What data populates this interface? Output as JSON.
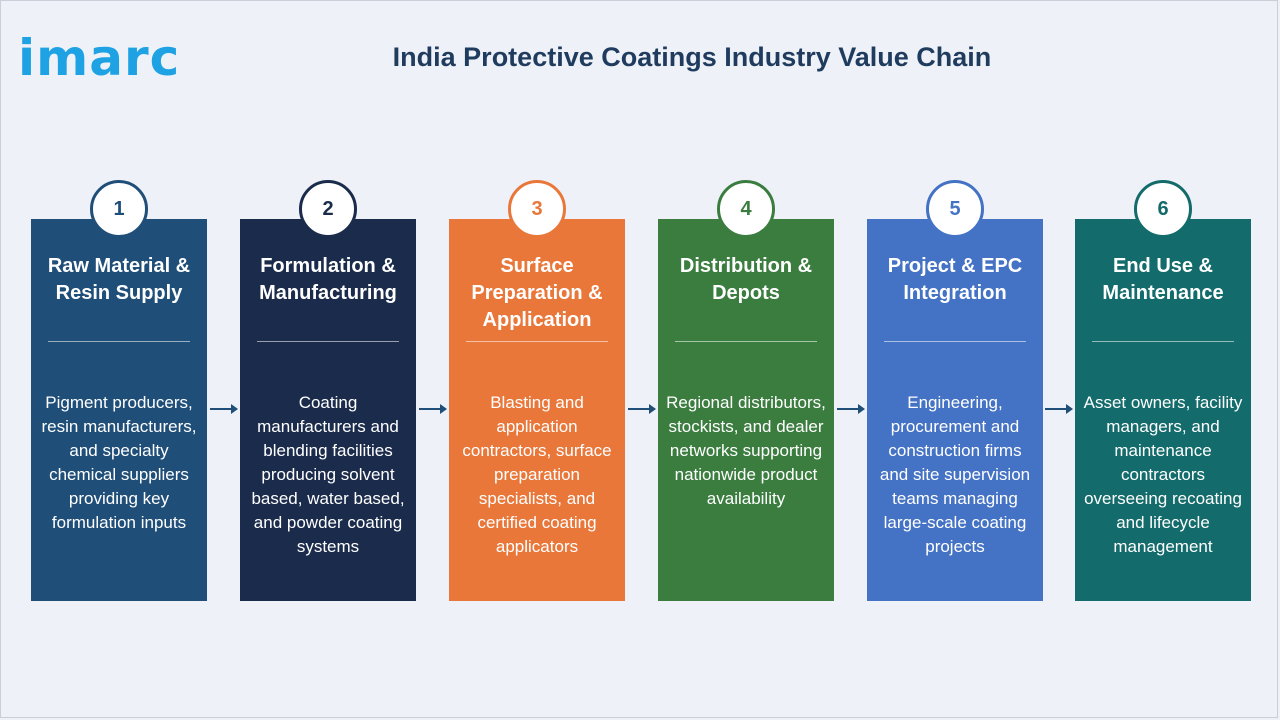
{
  "logo": {
    "text_1": "i",
    "text_2": "marc",
    "color": "#1ea2e3"
  },
  "title": "India Protective Coatings Industry Value Chain",
  "steps": [
    {
      "number": "1",
      "heading": "Raw Material & Resin Supply",
      "description": "Pigment producers, resin manufacturers, and specialty chemical suppliers providing key formulation inputs",
      "color": "#1f4e79"
    },
    {
      "number": "2",
      "heading": "Formulation & Manufacturing",
      "description": "Coating manufacturers and blending facilities producing solvent based, water based, and powder coating systems",
      "color": "#1b2b4b"
    },
    {
      "number": "3",
      "heading": "Surface Preparation & Application",
      "description": "Blasting and application contractors, surface preparation specialists, and certified coating applicators",
      "color": "#e9773a"
    },
    {
      "number": "4",
      "heading": "Distribution & Depots",
      "description": "Regional distributors, stockists, and dealer networks supporting nationwide product availability",
      "color": "#3b7d3f"
    },
    {
      "number": "5",
      "heading": "Project & EPC Integration",
      "description": "Engineering, procurement and construction firms and site supervision teams managing large-scale coating projects",
      "color": "#4472c4"
    },
    {
      "number": "6",
      "heading": "End Use & Maintenance",
      "description": "Asset owners, facility managers, and maintenance contractors overseeing recoating and lifecycle management",
      "color": "#136b6b"
    }
  ],
  "arrow_color": "#1f4e79"
}
